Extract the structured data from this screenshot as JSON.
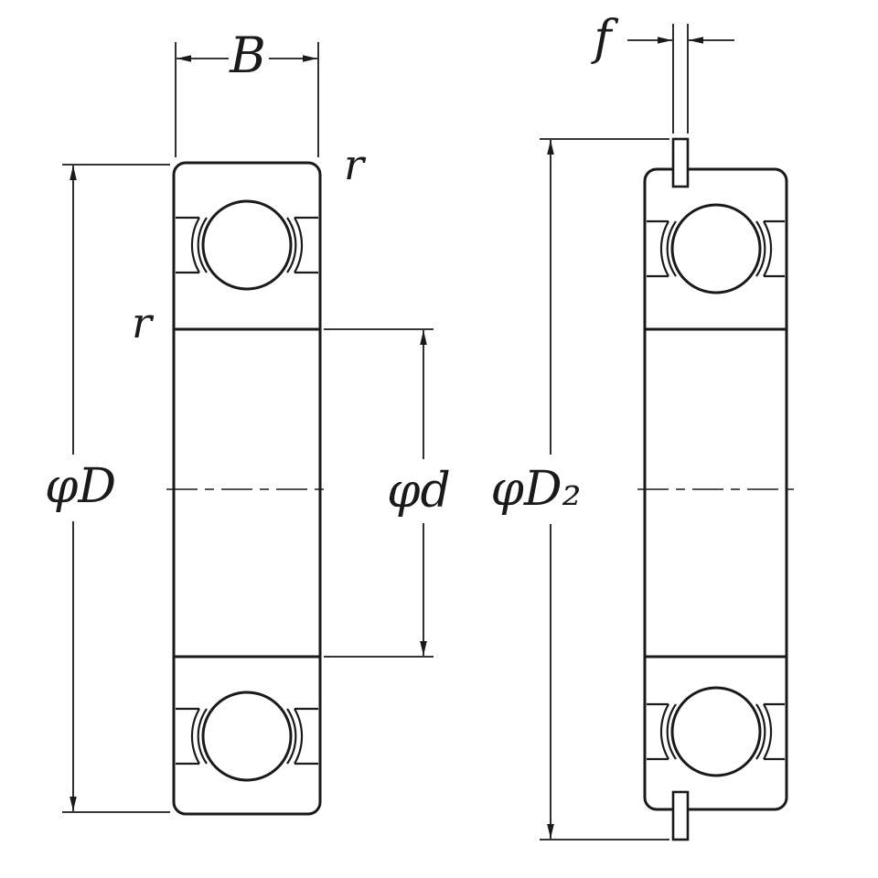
{
  "labels": {
    "width": "B",
    "corner_radius_outer": "r",
    "corner_radius_inner": "r",
    "outer_diameter": "φD",
    "bore_diameter": "φd",
    "snap_ring_diameter": "φD₂",
    "snap_ring_width": "f"
  },
  "colors": {
    "line": "#1a1a1a",
    "background": "#ffffff"
  }
}
